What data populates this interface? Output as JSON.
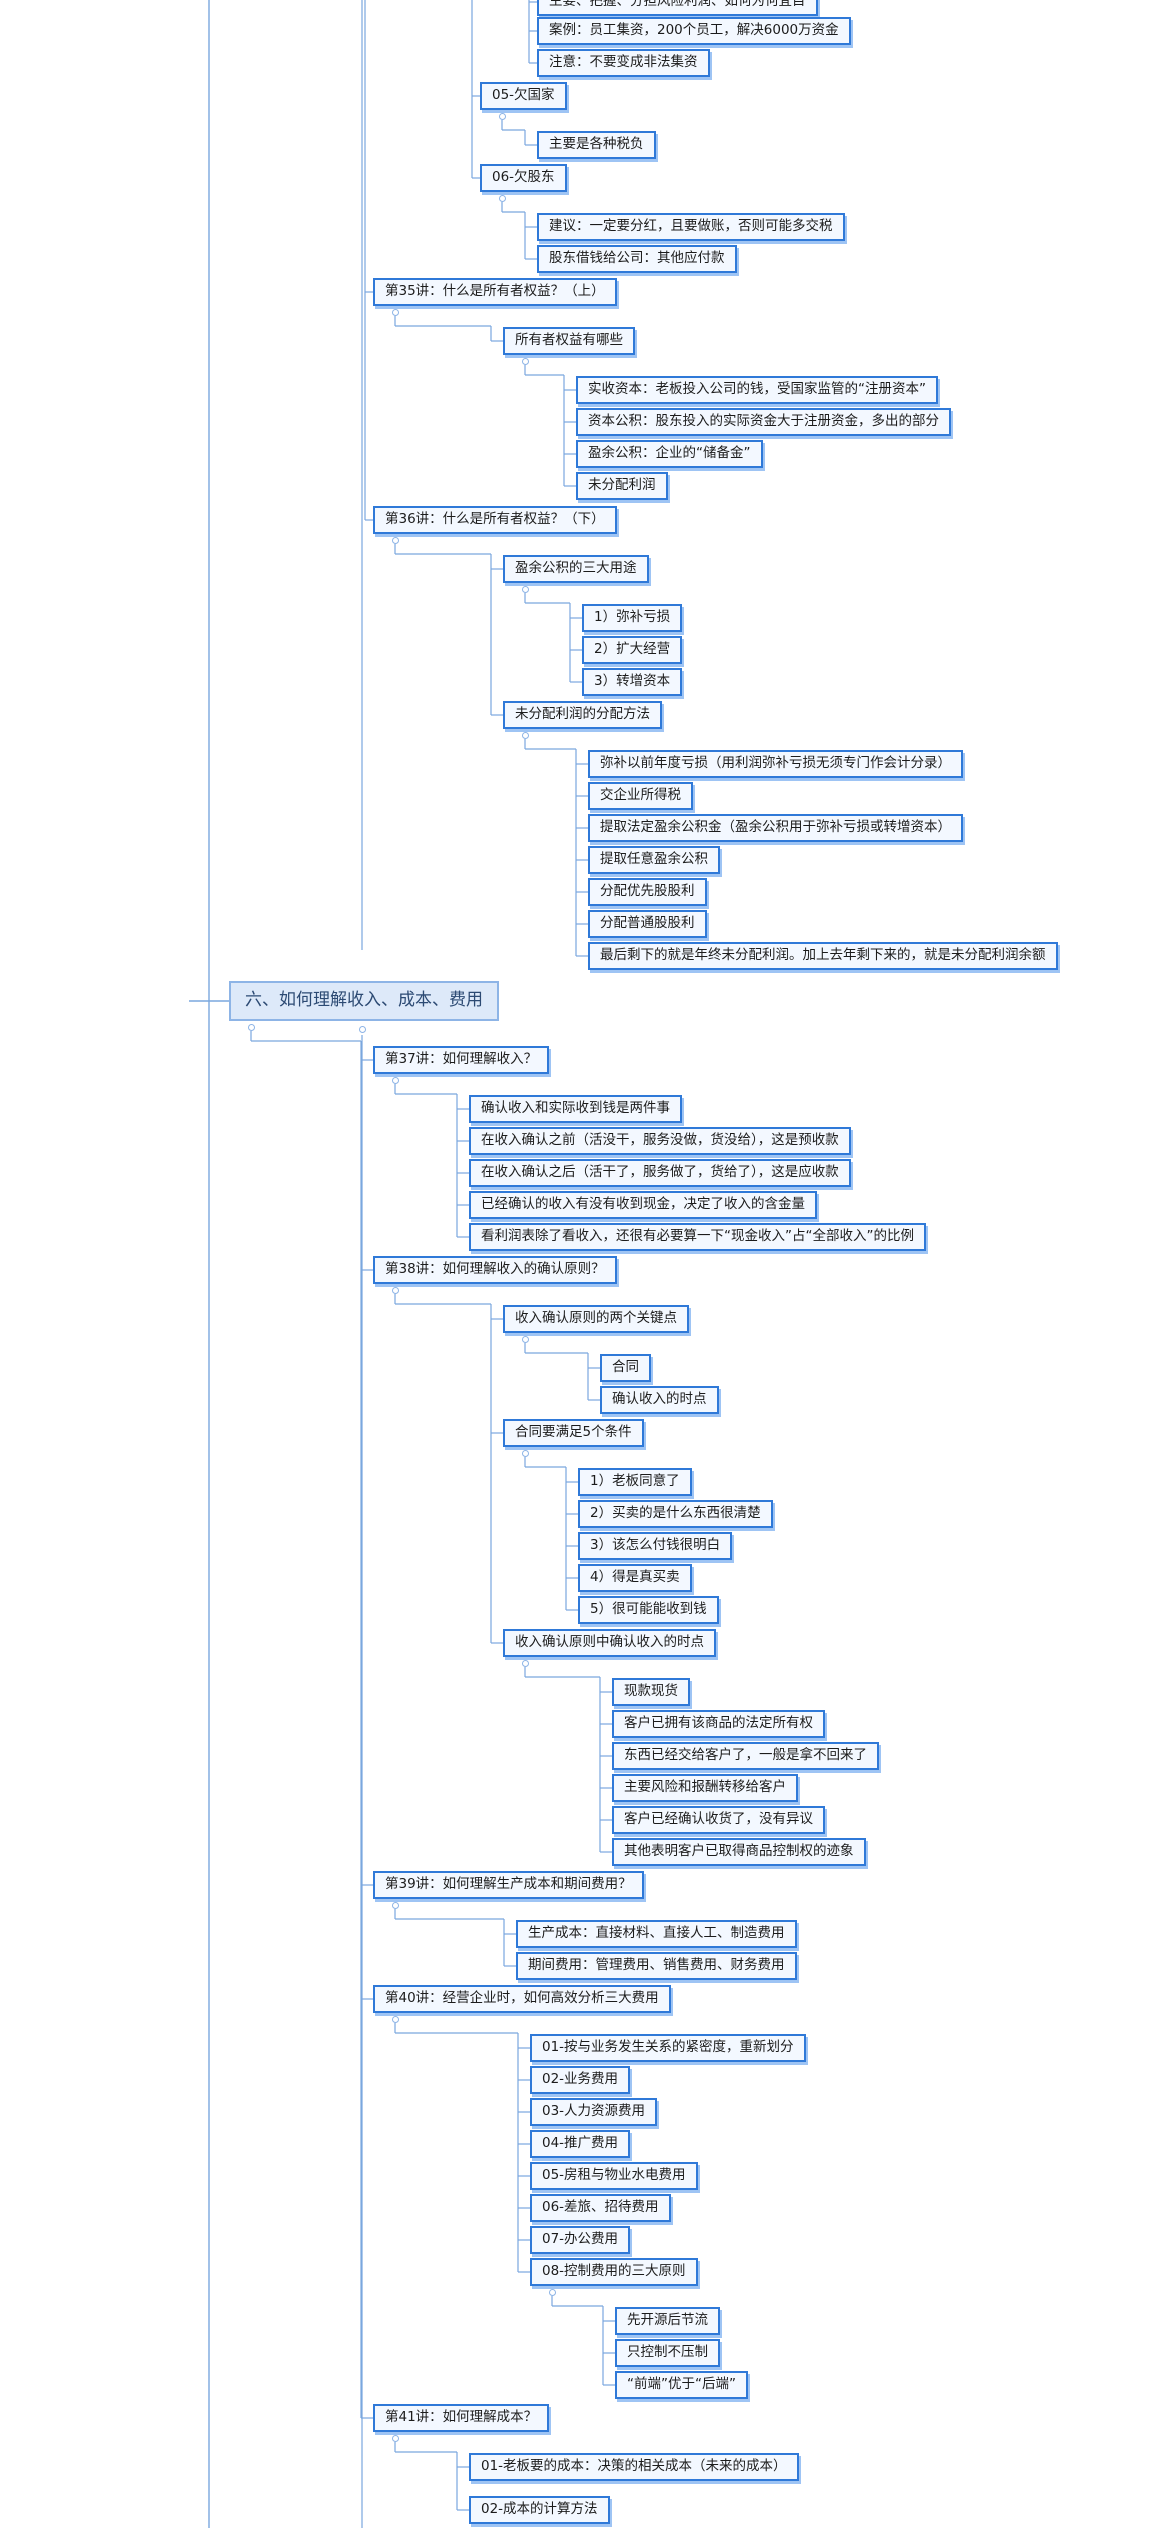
{
  "nodes": [
    {
      "id": "n0",
      "text": "主要、把握、分担风险利润、如何为何宜目",
      "parent": null,
      "level": 3
    },
    {
      "id": "n1",
      "text": "案例：员工集资，200个员工，解决6000万资金",
      "parent": null,
      "level": 3
    },
    {
      "id": "n2",
      "text": "注意：不要变成非法集资",
      "parent": null,
      "level": 3
    },
    {
      "id": "n3",
      "text": "05-欠国家",
      "parent": null,
      "level": 2
    },
    {
      "id": "n4",
      "text": "主要是各种税负",
      "parent": "n3",
      "level": 3
    },
    {
      "id": "n5",
      "text": "06-欠股东",
      "parent": null,
      "level": 2
    },
    {
      "id": "n6",
      "text": "建议：一定要分红，且要做账，否则可能多交税",
      "parent": "n5",
      "level": 3
    },
    {
      "id": "n7",
      "text": "股东借钱给公司：其他应付款",
      "parent": "n5",
      "level": 3
    },
    {
      "id": "n8",
      "text": "第35讲：什么是所有者权益？（上）",
      "parent": null,
      "level": 1
    },
    {
      "id": "n9",
      "text": "所有者权益有哪些",
      "parent": "n8",
      "level": 2
    },
    {
      "id": "n10",
      "text": "实收资本：老板投入公司的钱，受国家监管的“注册资本”",
      "parent": "n9",
      "level": 3
    },
    {
      "id": "n11",
      "text": "资本公积：股东投入的实际资金大于注册资金，多出的部分",
      "parent": "n9",
      "level": 3
    },
    {
      "id": "n12",
      "text": "盈余公积：企业的“储备金”",
      "parent": "n9",
      "level": 3
    },
    {
      "id": "n13",
      "text": "未分配利润",
      "parent": "n9",
      "level": 3
    },
    {
      "id": "n14",
      "text": "第36讲：什么是所有者权益？（下）",
      "parent": null,
      "level": 1
    },
    {
      "id": "n15",
      "text": "盈余公积的三大用途",
      "parent": "n14",
      "level": 2
    },
    {
      "id": "n16",
      "text": "1）弥补亏损",
      "parent": "n15",
      "level": 3
    },
    {
      "id": "n17",
      "text": "2）扩大经营",
      "parent": "n15",
      "level": 3
    },
    {
      "id": "n18",
      "text": "3）转增资本",
      "parent": "n15",
      "level": 3
    },
    {
      "id": "n19",
      "text": "未分配利润的分配方法",
      "parent": "n14",
      "level": 2
    },
    {
      "id": "n20",
      "text": "弥补以前年度亏损（用利润弥补亏损无须专门作会计分录）",
      "parent": "n19",
      "level": 3
    },
    {
      "id": "n21",
      "text": "交企业所得税",
      "parent": "n19",
      "level": 3
    },
    {
      "id": "n22",
      "text": "提取法定盈余公积金（盈余公积用于弥补亏损或转增资本）",
      "parent": "n19",
      "level": 3
    },
    {
      "id": "n23",
      "text": "提取任意盈余公积",
      "parent": "n19",
      "level": 3
    },
    {
      "id": "n24",
      "text": "分配优先股股利",
      "parent": "n19",
      "level": 3
    },
    {
      "id": "n25",
      "text": "分配普通股股利",
      "parent": "n19",
      "level": 3
    },
    {
      "id": "n26",
      "text": "最后剩下的就是年终未分配利润。加上去年剩下来的，就是未分配利润余额",
      "parent": "n19",
      "level": 3
    },
    {
      "id": "n27",
      "text": "六、如何理解收入、成本、费用",
      "parent": null,
      "level": 0
    },
    {
      "id": "n28",
      "text": "第37讲：如何理解收入？",
      "parent": "n27",
      "level": 1
    },
    {
      "id": "n29",
      "text": "确认收入和实际收到钱是两件事",
      "parent": "n28",
      "level": 2
    },
    {
      "id": "n30",
      "text": "在收入确认之前（活没干，服务没做，货没给），这是预收款",
      "parent": "n28",
      "level": 2
    },
    {
      "id": "n31",
      "text": "在收入确认之后（活干了，服务做了，货给了），这是应收款",
      "parent": "n28",
      "level": 2
    },
    {
      "id": "n32",
      "text": "已经确认的收入有没有收到现金，决定了收入的含金量",
      "parent": "n28",
      "level": 2
    },
    {
      "id": "n33",
      "text": "看利润表除了看收入，还很有必要算一下“现金收入”占“全部收入”的比例",
      "parent": "n28",
      "level": 2
    },
    {
      "id": "n34",
      "text": "第38讲：如何理解收入的确认原则？",
      "parent": "n27",
      "level": 1
    },
    {
      "id": "n35",
      "text": "收入确认原则的两个关键点",
      "parent": "n34",
      "level": 2
    },
    {
      "id": "n36",
      "text": "合同",
      "parent": "n35",
      "level": 3
    },
    {
      "id": "n37",
      "text": "确认收入的时点",
      "parent": "n35",
      "level": 3
    },
    {
      "id": "n38",
      "text": "合同要满足5个条件",
      "parent": "n34",
      "level": 2
    },
    {
      "id": "n39",
      "text": "1）老板同意了",
      "parent": "n38",
      "level": 3
    },
    {
      "id": "n40",
      "text": "2）买卖的是什么东西很清楚",
      "parent": "n38",
      "level": 3
    },
    {
      "id": "n41",
      "text": "3）该怎么付钱很明白",
      "parent": "n38",
      "level": 3
    },
    {
      "id": "n42",
      "text": "4）得是真买卖",
      "parent": "n38",
      "level": 3
    },
    {
      "id": "n43",
      "text": "5）很可能能收到钱",
      "parent": "n38",
      "level": 3
    },
    {
      "id": "n44",
      "text": "收入确认原则中确认收入的时点",
      "parent": "n34",
      "level": 2
    },
    {
      "id": "n45",
      "text": "现款现货",
      "parent": "n44",
      "level": 3
    },
    {
      "id": "n46",
      "text": "客户已拥有该商品的法定所有权",
      "parent": "n44",
      "level": 3
    },
    {
      "id": "n47",
      "text": "东西已经交给客户了，一般是拿不回来了",
      "parent": "n44",
      "level": 3
    },
    {
      "id": "n48",
      "text": "主要风险和报酬转移给客户",
      "parent": "n44",
      "level": 3
    },
    {
      "id": "n49",
      "text": "客户已经确认收货了，没有异议",
      "parent": "n44",
      "level": 3
    },
    {
      "id": "n50",
      "text": "其他表明客户已取得商品控制权的迹象",
      "parent": "n44",
      "level": 3
    },
    {
      "id": "n51",
      "text": "第39讲：如何理解生产成本和期间费用？",
      "parent": "n27",
      "level": 1
    },
    {
      "id": "n52",
      "text": "生产成本：直接材料、直接人工、制造费用",
      "parent": "n51",
      "level": 2
    },
    {
      "id": "n53",
      "text": "期间费用：管理费用、销售费用、财务费用",
      "parent": "n51",
      "level": 2
    },
    {
      "id": "n54",
      "text": "第40讲：经营企业时，如何高效分析三大费用",
      "parent": "n27",
      "level": 1
    },
    {
      "id": "n55",
      "text": "01-按与业务发生关系的紧密度，重新划分",
      "parent": "n54",
      "level": 2
    },
    {
      "id": "n56",
      "text": "02-业务费用",
      "parent": "n54",
      "level": 2
    },
    {
      "id": "n57",
      "text": "03-人力资源费用",
      "parent": "n54",
      "level": 2
    },
    {
      "id": "n58",
      "text": "04-推广费用",
      "parent": "n54",
      "level": 2
    },
    {
      "id": "n59",
      "text": "05-房租与物业水电费用",
      "parent": "n54",
      "level": 2
    },
    {
      "id": "n60",
      "text": "06-差旅、招待费用",
      "parent": "n54",
      "level": 2
    },
    {
      "id": "n61",
      "text": "07-办公费用",
      "parent": "n54",
      "level": 2
    },
    {
      "id": "n62",
      "text": "08-控制费用的三大原则",
      "parent": "n54",
      "level": 2
    },
    {
      "id": "n63",
      "text": "先开源后节流",
      "parent": "n62",
      "level": 3
    },
    {
      "id": "n64",
      "text": "只控制不压制",
      "parent": "n62",
      "level": 3
    },
    {
      "id": "n65",
      "text": "“前端”优于“后端”",
      "parent": "n62",
      "level": 3
    },
    {
      "id": "n66",
      "text": "第41讲：如何理解成本？",
      "parent": "n27",
      "level": 1
    },
    {
      "id": "n67",
      "text": "01-老板要的成本：决策的相关成本（未来的成本）",
      "parent": "n66",
      "level": 2
    },
    {
      "id": "n68",
      "text": "02-成本的计算方法",
      "parent": "n66",
      "level": 2
    }
  ],
  "colors": {
    "node_border": "#2f79d8",
    "node_fill": "#f3f8ff",
    "section_fill": "#dde9f9",
    "connector": "#7aa7de"
  }
}
